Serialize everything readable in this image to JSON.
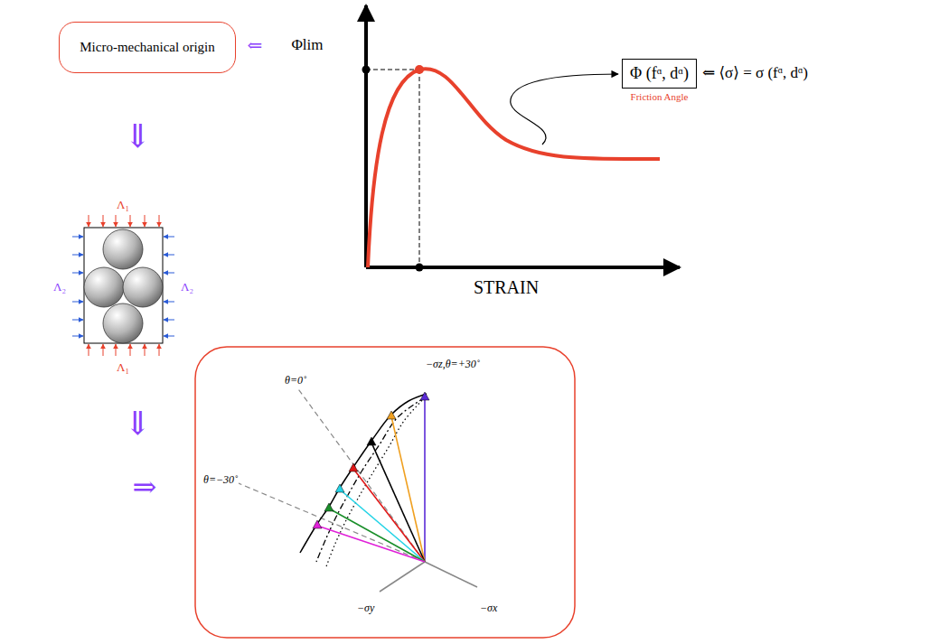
{
  "diagram": {
    "nodes": [
      {
        "text": [
          "Micro-mechanical origin"
        ]
      },
      {
        "text": [
          "Φ (fᵅ, dᵅ)",
          "Friction Angle"
        ]
      },
      {
        "text": [
          "−σz,θ=+30˚",
          "θ=0˚",
          "θ=−30˚",
          "−σy",
          "−σx"
        ]
      }
    ],
    "labels": [
      "⇐",
      "Φlim",
      "⇐ ⟨σ⟩ = σ (fᵅ, dᵅ)",
      "STRAIN",
      "⇓",
      "⇓",
      "⇒",
      "Λ₁",
      "Λ₁",
      "Λ₂",
      "Λ₂"
    ]
  }
}
